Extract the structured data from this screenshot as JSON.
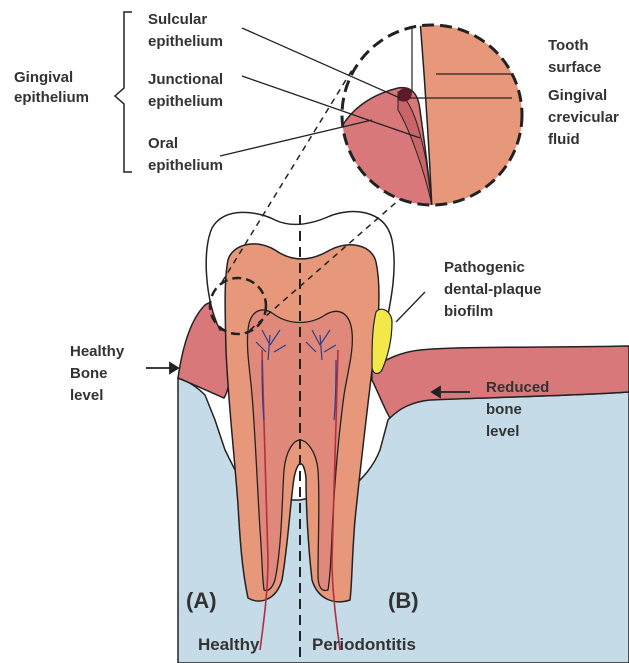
{
  "labels": {
    "gingival_epithelium": [
      "Gingival",
      "epithelium"
    ],
    "sulcular": [
      "Sulcular",
      "epithelium"
    ],
    "junctional": [
      "Junctional",
      "epithelium"
    ],
    "oral": [
      "Oral",
      "epithelium"
    ],
    "tooth_surface": [
      "Tooth",
      "surface"
    ],
    "gcf": [
      "Gingival",
      "crevicular",
      "fluid"
    ],
    "biofilm": [
      "Pathogenic",
      "dental-plaque",
      "biofilm"
    ],
    "healthy_bone": [
      "Healthy",
      "Bone",
      "level"
    ],
    "reduced_bone": [
      "Reduced",
      "bone",
      "level"
    ],
    "panel_a": "(A)",
    "panel_b": "(B)",
    "healthy": "Healthy",
    "periodontitis": "Periodontitis"
  },
  "colors": {
    "bone": "#c5dce8",
    "gum": "#d9787a",
    "dentin": "#e8987a",
    "pulp": "#e0897a",
    "plaque": "#f2e84a",
    "pulp_vessels": "#2a3f8f",
    "root_canal": "#b03040",
    "outline": "#222222"
  }
}
